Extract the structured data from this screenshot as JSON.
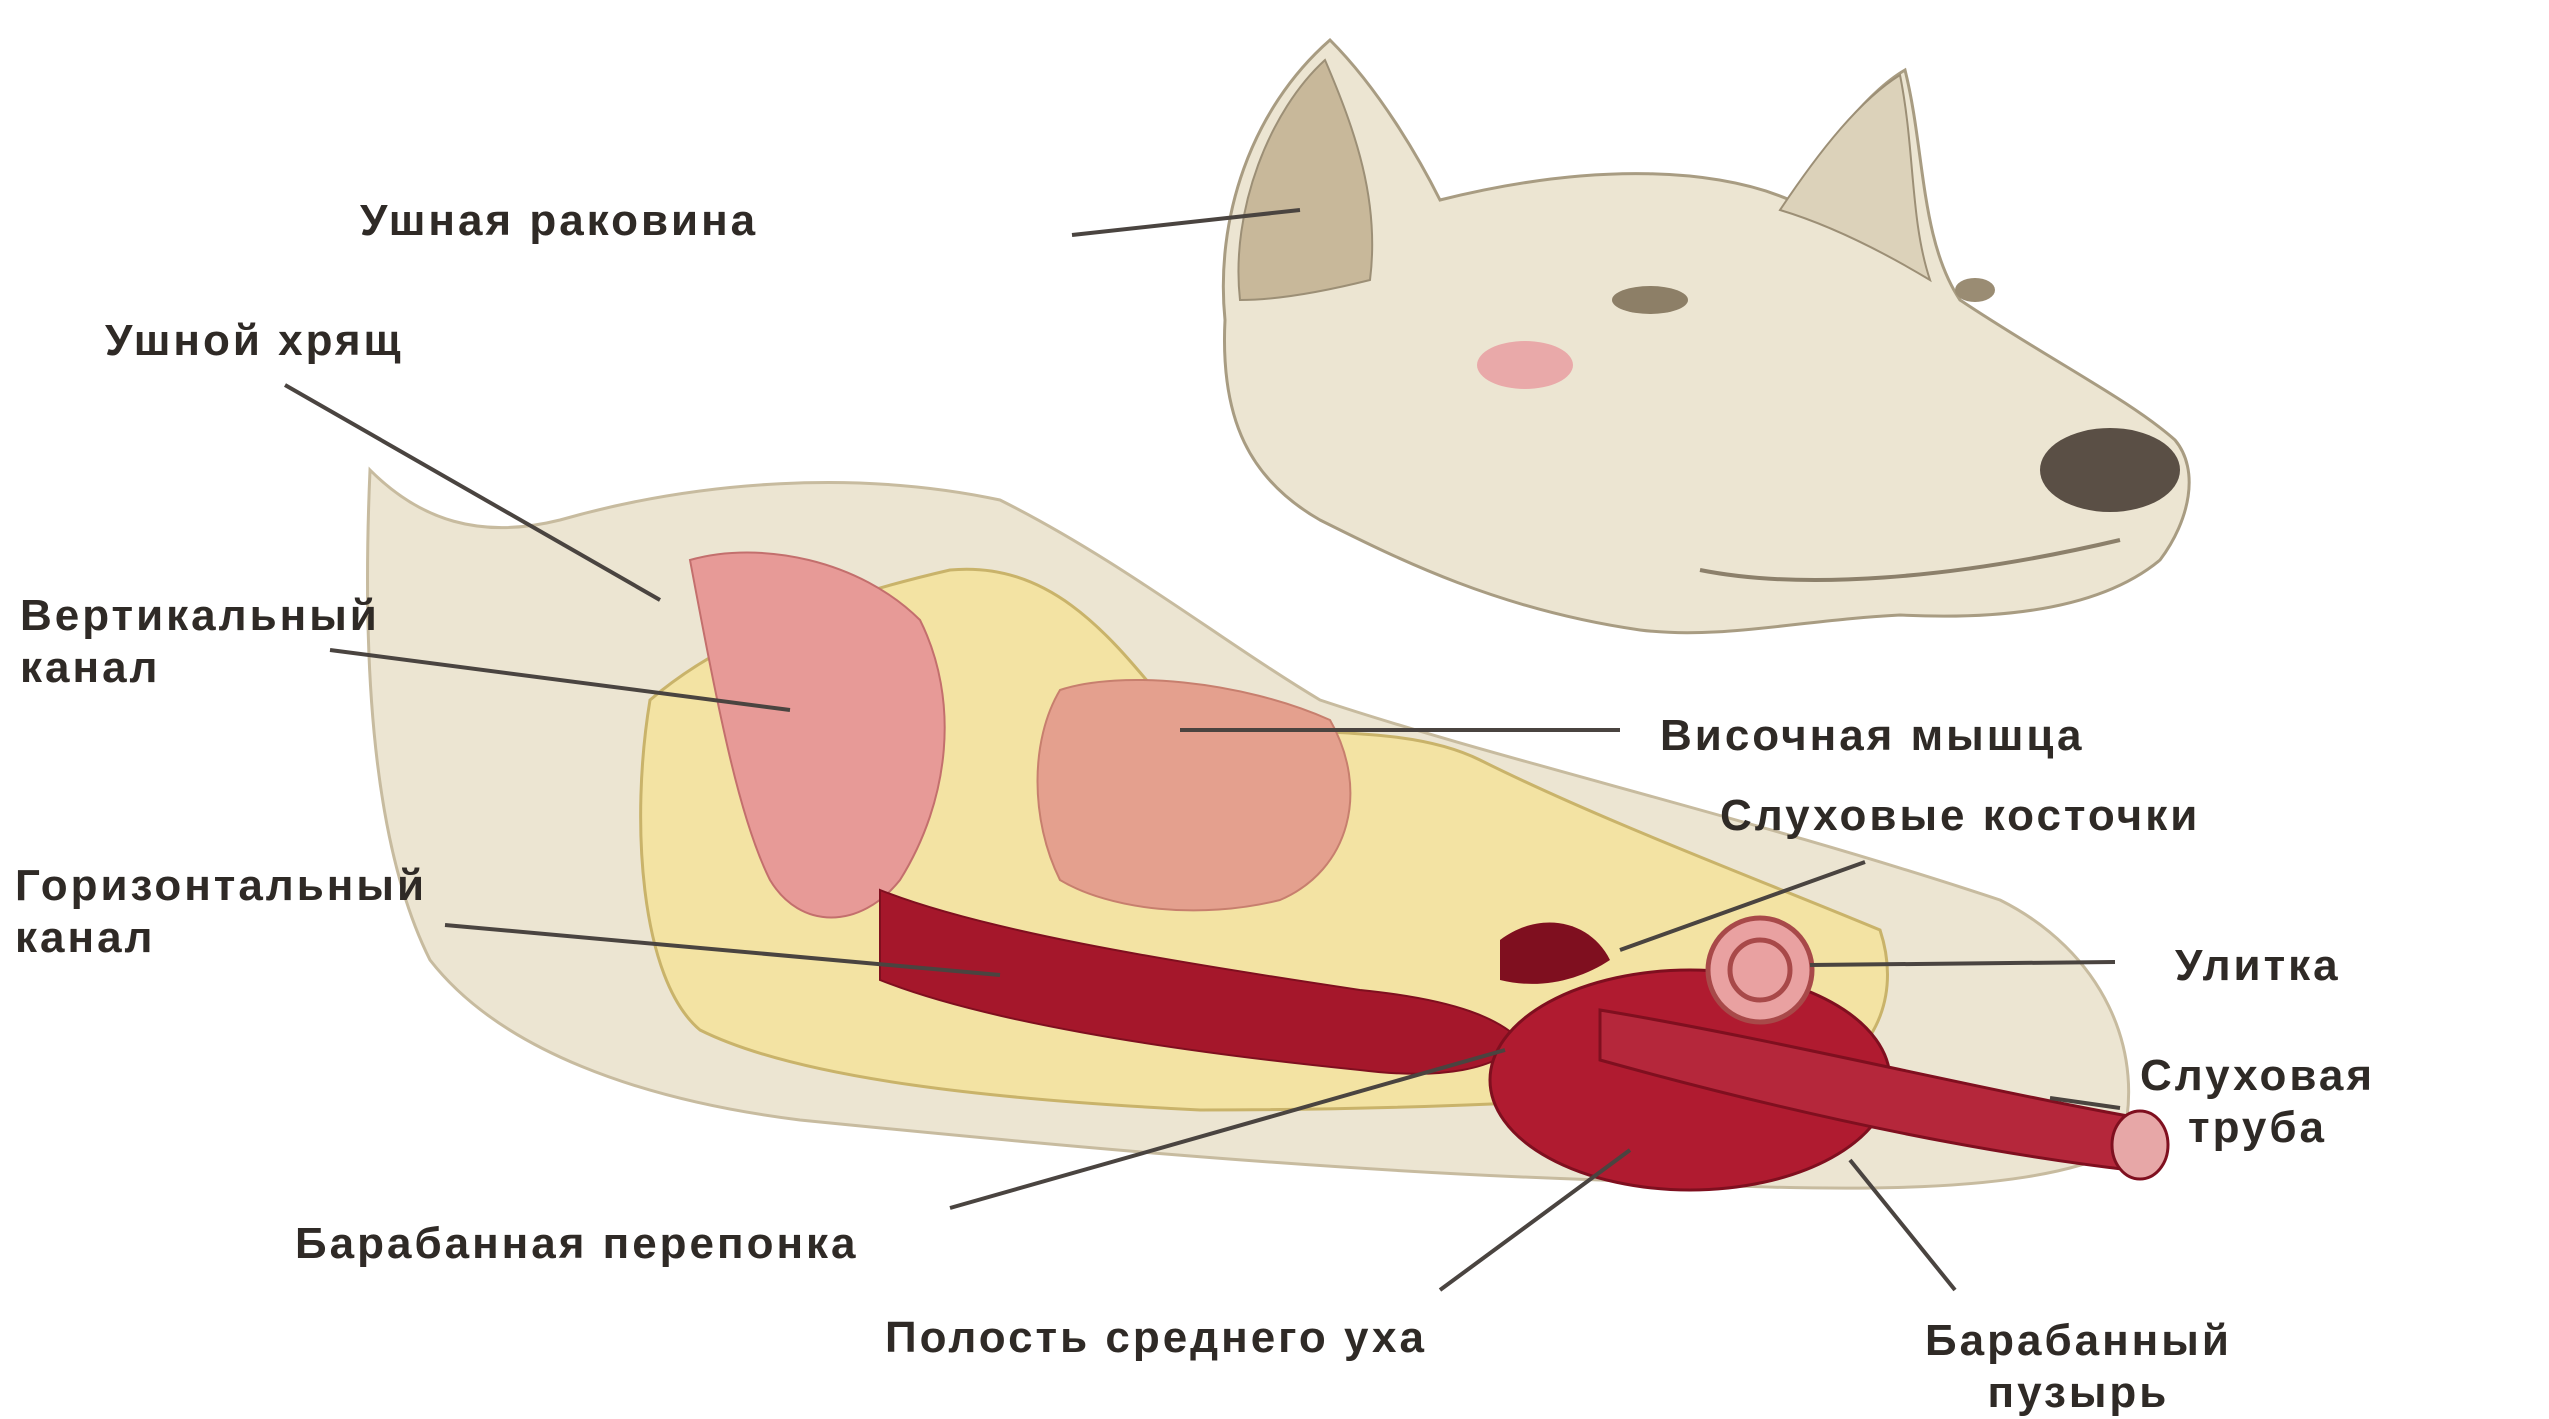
{
  "labels": {
    "ear_pinna": "Ушная раковина",
    "ear_cartilage": "Ушной хрящ",
    "vertical_canal": "Вертикальный\nканал",
    "temporal_muscle": "Височная мышца",
    "auditory_ossicles": "Слуховые косточки",
    "horizontal_canal": "Горизонтальный\nканал",
    "cochlea": "Улитка",
    "auditory_tube": "Слуховая\nтруба",
    "tympanic_membrane": "Барабанная перепонка",
    "middle_ear_cavity": "Полость среднего уха",
    "tympanic_bulla": "Барабанный\nпузырь"
  },
  "colors": {
    "background": "#ffffff",
    "fur": "#e9e1cc",
    "fur_shadow": "#b9ad93",
    "bone": "#f3e3a3",
    "bone_speckle": "#b8a46a",
    "muscle": "#e4a08e",
    "canal_pink": "#e79a97",
    "canal_dark": "#a5172b",
    "cavity": "#b01b30",
    "line": "#4a4440",
    "text": "#2f2a26"
  }
}
